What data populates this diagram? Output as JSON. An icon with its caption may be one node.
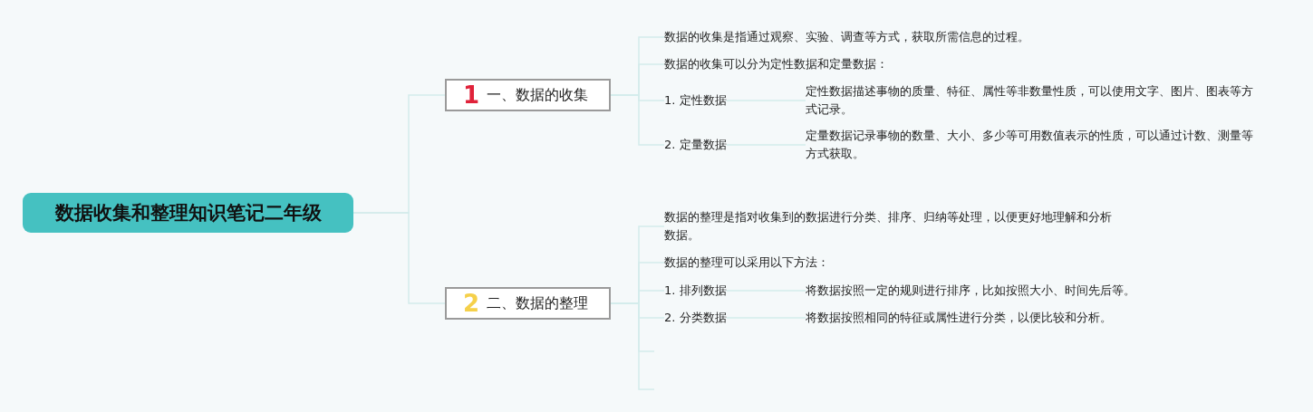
{
  "diagram": {
    "nodes": [
      {
        "text": [
          "数据收集和整理知识笔记二年级"
        ]
      },
      {
        "text": [
          "1",
          "一、数据的收集"
        ]
      },
      {
        "text": [
          "数据的收集是指通过观察、实验、调查等方式，获取所需信息的过程。"
        ]
      },
      {
        "text": [
          "数据的收集可以分为定性数据和定量数据："
        ]
      },
      {
        "text": [
          "1. 定性数据"
        ]
      },
      {
        "text": [
          "定性数据描述事物的质量、特征、属性等非数量性质，可以使用文字、图片、图表等方式记录。"
        ]
      },
      {
        "text": [
          "2. 定量数据"
        ]
      },
      {
        "text": [
          "定量数据记录事物的数量、大小、多少等可用数值表示的性质，可以通过计数、测量等方式获取。"
        ]
      },
      {
        "text": [
          "2",
          "二、数据的整理"
        ]
      },
      {
        "text": [
          "数据的整理是指对收集到的数据进行分类、排序、归纳等处理，以便更好地理解和分析数据。"
        ]
      },
      {
        "text": [
          "数据的整理可以采用以下方法："
        ]
      },
      {
        "text": [
          "1. 排列数据"
        ]
      },
      {
        "text": [
          "将数据按照一定的规则进行排序，比如按照大小、时间先后等。"
        ]
      },
      {
        "text": [
          "2. 分类数据"
        ]
      },
      {
        "text": [
          "将数据按照相同的特征或属性进行分类，以便比较和分析。"
        ]
      }
    ],
    "edges": [
      {
        "from": 0,
        "to": 1,
        "arrow": "none"
      },
      {
        "from": 0,
        "to": 8,
        "arrow": "none"
      },
      {
        "from": 1,
        "to": 2,
        "arrow": "none"
      },
      {
        "from": 1,
        "to": 3,
        "arrow": "none"
      },
      {
        "from": 1,
        "to": 4,
        "arrow": "none"
      },
      {
        "from": 1,
        "to": 6,
        "arrow": "none"
      },
      {
        "from": 4,
        "to": 5,
        "arrow": "none"
      },
      {
        "from": 6,
        "to": 7,
        "arrow": "none"
      },
      {
        "from": 8,
        "to": 9,
        "arrow": "none"
      },
      {
        "from": 8,
        "to": 10,
        "arrow": "none"
      },
      {
        "from": 8,
        "to": 11,
        "arrow": "none"
      },
      {
        "from": 8,
        "to": 13,
        "arrow": "none"
      },
      {
        "from": 8,
        "to": null,
        "arrow": "none"
      },
      {
        "from": 8,
        "to": null,
        "arrow": "none"
      },
      {
        "from": 11,
        "to": 12,
        "arrow": "none"
      },
      {
        "from": 13,
        "to": 14,
        "arrow": "none"
      }
    ]
  }
}
